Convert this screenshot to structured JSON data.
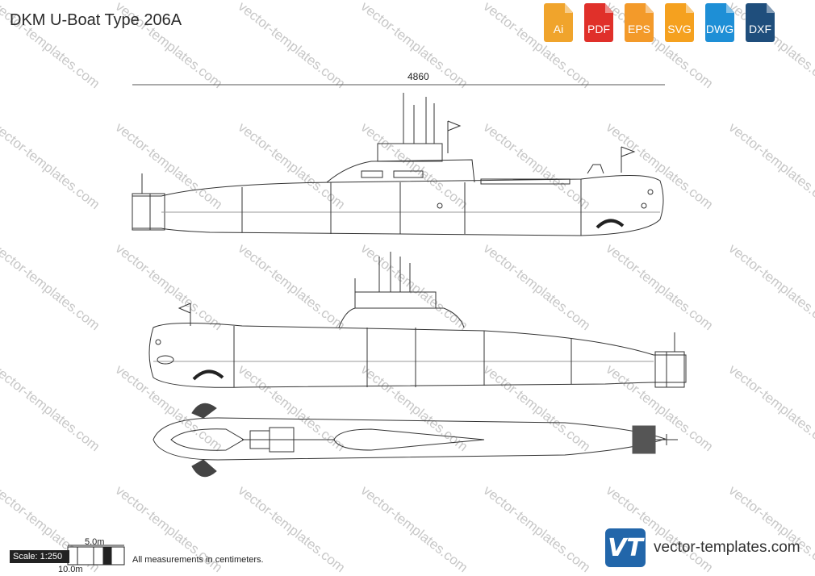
{
  "header": {
    "title": "DKM U-Boat Type 206A"
  },
  "formats": [
    {
      "label": "Ai",
      "color": "#f0a42c"
    },
    {
      "label": "PDF",
      "color": "#e0302a"
    },
    {
      "label": "EPS",
      "color": "#f39a2a"
    },
    {
      "label": "SVG",
      "color": "#f5a11f"
    },
    {
      "label": "DWG",
      "color": "#1e8fd6"
    },
    {
      "label": "DXF",
      "color": "#1f4e7c"
    }
  ],
  "drawing": {
    "length_label": "4860"
  },
  "scale": {
    "label": "Scale: 1:250",
    "mark_5": "5.0m",
    "mark_10": "10.0m"
  },
  "footer": {
    "note": "All measurements in centimeters.",
    "logo_text": "VT",
    "website": "vector-templates.com"
  },
  "watermark": {
    "text": "vector-templates.com",
    "color": "#c8c8c8"
  }
}
